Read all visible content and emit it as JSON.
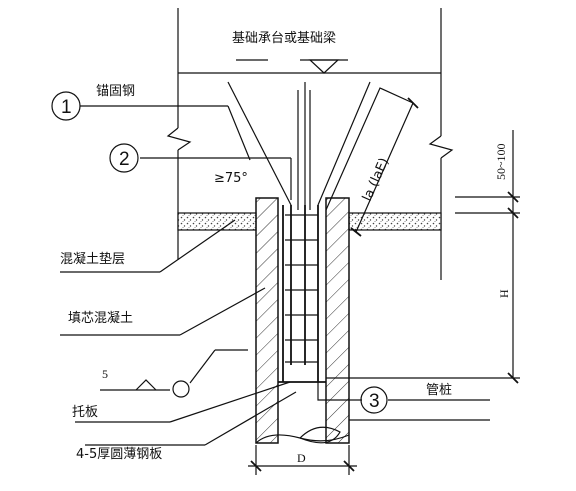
{
  "labels": {
    "pile_cap": "基础承台或基础梁",
    "anchor_steel": "锚固钢",
    "angle": "≥75°",
    "anchor_length": "la (laE)",
    "dim_top": "50~100",
    "cushion": "混凝土垫层",
    "fill_concrete": "填芯混凝土",
    "weld_size": "5",
    "support_plate": "托板",
    "steel_plate": "4-5厚圆薄钢板",
    "pipe_pile": "管桩",
    "dim_h": "H",
    "dim_d": "D"
  },
  "callouts": {
    "c1": "1",
    "c2": "2",
    "c3": "3"
  }
}
